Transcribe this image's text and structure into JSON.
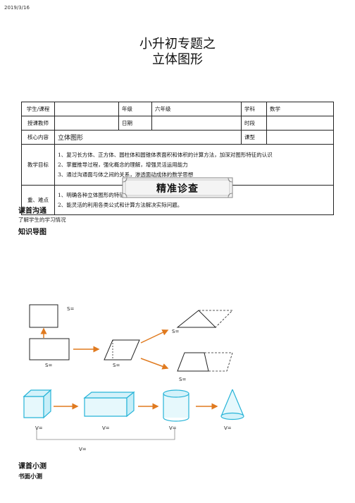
{
  "date": "2019/3/16",
  "title_line1": "小升初专题之",
  "title_line2": "立体图形",
  "table": {
    "student_label": "学生/课程",
    "student_value": "",
    "grade_label": "年级",
    "grade_value": "六年级",
    "subject_label": "学科",
    "subject_value": "数学",
    "teacher_label": "授课教师",
    "teacher_value": "",
    "date_label": "日期",
    "date_value": "",
    "period_label": "时段",
    "period_value": "",
    "core_label": "核心内容",
    "core_value": "立体图形",
    "lesson_label": "课型",
    "lesson_value": "",
    "goals_label": "教学目标",
    "goals": [
      "1、复习长方体、正方体、圆柱体和圆锥体表面积和体积的计算方法，加深对图形特征的认识",
      "2、掌握推导过程，强化概念的理解，增强灵活运用能力",
      "3、通过沟通面与体之间的关系，渗透面动成体的数学思想"
    ],
    "focus_label": "重、难点",
    "focus": [
      "1、明确各种立体图形的特征，能清楚的理解并灵活应用。",
      "2、能灵活的利用各类公式和计算方法解决实际问题。"
    ]
  },
  "banner_text": "精准诊查",
  "section1_title": "课首沟通",
  "section1_text": "了解学生的学习情况",
  "section2_title": "知识导图",
  "diagram_labels": {
    "s": "S=",
    "v": "V="
  },
  "section3_title": "课首小测",
  "section4_title": "书面小测"
}
